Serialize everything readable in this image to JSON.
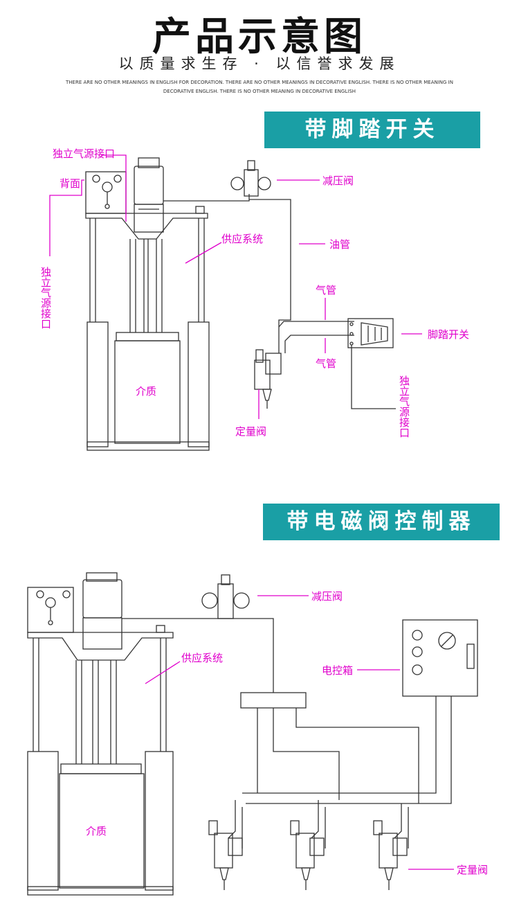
{
  "header": {
    "title": "产品示意图",
    "slogan": "以质量求生存 · 以信誉求发展",
    "decorative_text": "THERE ARE NO OTHER MEANINGS IN ENGLISH FOR DECORATION. THERE ARE NO OTHER MEANINGS IN DECORATIVE ENGLISH. THERE IS NO OTHER MEANING IN DECORATIVE ENGLISH. THERE IS NO OTHER MEANING IN DECORATIVE ENGLISH"
  },
  "section_foot_switch": {
    "banner": "带脚踏开关",
    "labels": {
      "air_inlet_top": "独立气源接口",
      "back": "背面",
      "air_inlet_left": "独立气源接口",
      "supply_system": "供应系统",
      "medium": "介质",
      "pressure_valve": "减压阀",
      "oil_pipe": "油管",
      "air_pipe_top": "气管",
      "air_pipe_bottom": "气管",
      "foot_switch": "脚踏开关",
      "air_inlet_right": "独立气源接口",
      "metering_valve": "定量阀"
    }
  },
  "section_solenoid": {
    "banner": "带电磁阀控制器",
    "labels": {
      "pressure_valve": "减压阀",
      "supply_system": "供应系统",
      "control_box": "电控箱",
      "medium": "介质",
      "metering_valve": "定量阀"
    }
  },
  "colors": {
    "banner": "#1a9fa5",
    "label": "#e000cc",
    "line": "#333333"
  }
}
